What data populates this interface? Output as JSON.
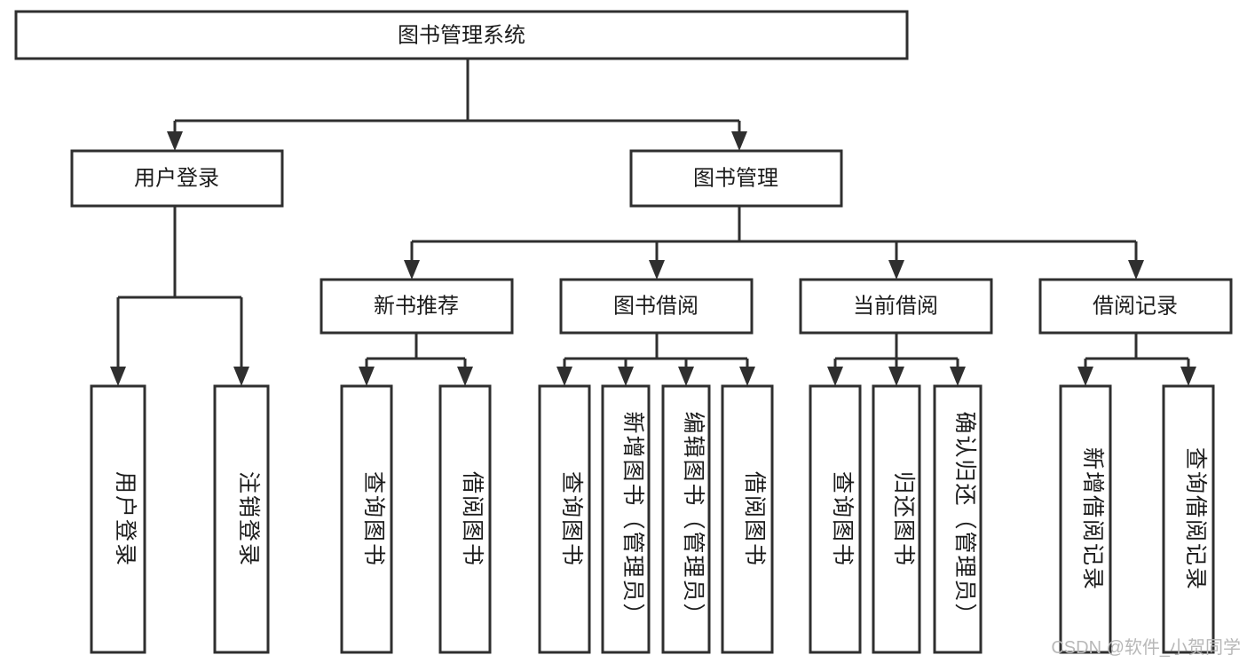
{
  "diagram": {
    "title": "图书管理系统",
    "type": "tree-hierarchy-diagram",
    "colors": {
      "stroke": "#2f2f2f",
      "fill": "#ffffff",
      "text": "#1c1c1c",
      "watermark": "#b8b8b8",
      "background": "#ffffff"
    },
    "root": {
      "label": "图书管理系统"
    },
    "level2": [
      {
        "label": "用户登录"
      },
      {
        "label": "图书管理"
      }
    ],
    "level3": [
      {
        "label": "新书推荐"
      },
      {
        "label": "图书借阅"
      },
      {
        "label": "当前借阅"
      },
      {
        "label": "借阅记录"
      }
    ],
    "leaves": {
      "user_login": [
        {
          "label": "用户登录"
        },
        {
          "label": "注销登录"
        }
      ],
      "new_book_recommend": [
        {
          "label": "查询图书"
        },
        {
          "label": "借阅图书"
        }
      ],
      "book_borrow": [
        {
          "label": "查询图书"
        },
        {
          "label": "新增图书（管理员）"
        },
        {
          "label": "编辑图书（管理员）"
        },
        {
          "label": "借阅图书"
        }
      ],
      "current_borrow": [
        {
          "label": "查询图书"
        },
        {
          "label": "归还图书"
        },
        {
          "label": "确认归还（管理员）"
        }
      ],
      "borrow_record": [
        {
          "label": "新增借阅记录"
        },
        {
          "label": "查询借阅记录"
        }
      ]
    },
    "watermark": "CSDN @软件_小贺同学"
  }
}
